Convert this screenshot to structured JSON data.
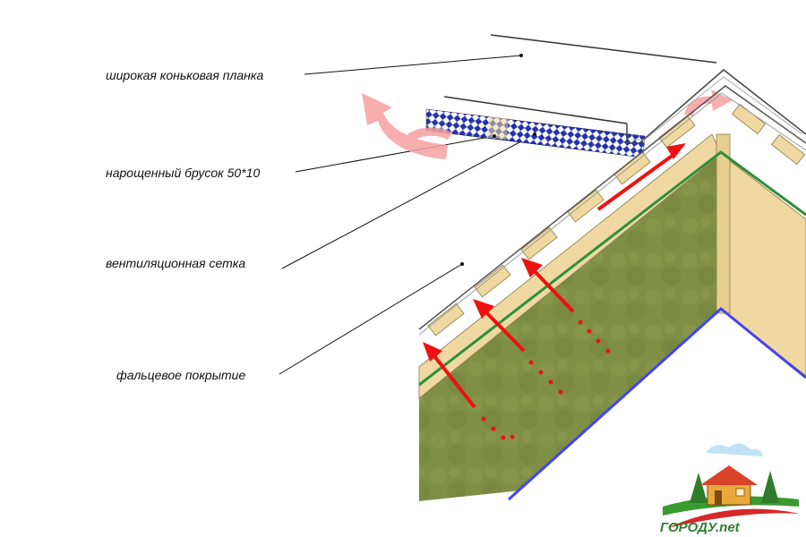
{
  "labels": {
    "ridge": "широкая коньковая планка",
    "bar": "нарощенный брусок 50*10",
    "mesh": "вентиляционная сетка",
    "cover": "фальцевое покрытие"
  },
  "logo": {
    "text": "ГОРОДУ.net"
  },
  "colors": {
    "airflow": "#ee1111",
    "exhaust": "#f6a0a0",
    "insulation": "#7f8f45",
    "wood": "#efd9a0",
    "membrane": "#2f8f3a",
    "vapor_barrier": "#4444ee",
    "mesh": "#2233aa"
  }
}
